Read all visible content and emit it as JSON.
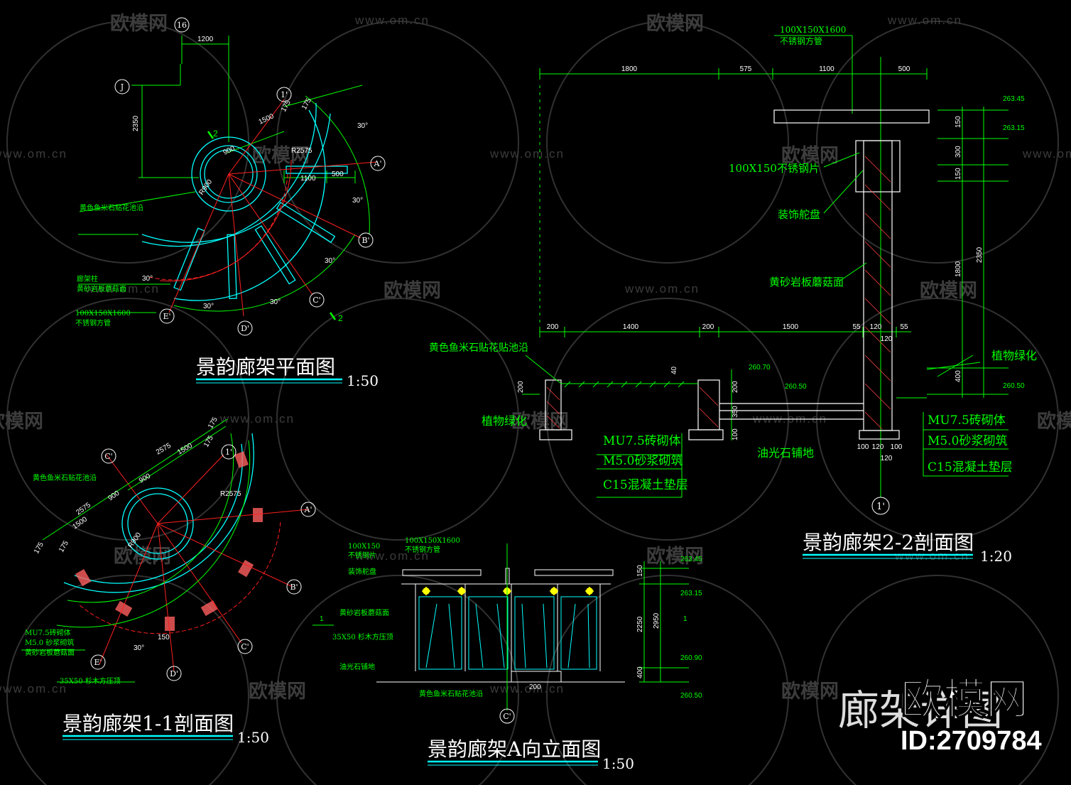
{
  "watermark": {
    "brand": "欧模网",
    "url": "www.om.cn",
    "id": "ID:2709784",
    "overlay_text": "廊架详图"
  },
  "colors": {
    "background": "#000000",
    "dim": "#00ff00",
    "wall": "#00ffff",
    "center": "#ff2020",
    "white": "#ffffff",
    "title_underline": "#00ffff",
    "ornament": "#ffff00"
  },
  "plan": {
    "title": "景韵廊架平面图",
    "scale": "1:50",
    "grid": {
      "g16": "16",
      "J": "J",
      "g1": "1'",
      "A": "A'",
      "B": "B'",
      "C": "C'",
      "D": "D'",
      "E": "E'"
    },
    "dims": {
      "d1200": "1200",
      "d2350": "2350",
      "d1500": "1500",
      "d175a": "175",
      "d175b": "175",
      "d900": "900",
      "R2575": "R2575",
      "R900": "R900",
      "d1100": "1100",
      "d500": "500",
      "a30a": "30°",
      "a30b": "30°",
      "a30c": "30°",
      "a30d": "30°",
      "a30e": "30°",
      "a30f": "30°"
    },
    "cut": {
      "c2a": "2",
      "c2b": "2"
    },
    "notes": {
      "n1": "黄色鱼米石贴花池沿",
      "n2": "廊架柱",
      "n3": "黄砂岩板蘑菇面",
      "n4": "100X150X1600",
      "n5": "不锈钢方管"
    }
  },
  "section11": {
    "title": "景韵廊架1-1剖面图",
    "scale": "1:50",
    "grid": {
      "C": "C'",
      "g1": "1'",
      "A": "A'",
      "B": "B'",
      "C2": "C'",
      "D": "D'",
      "E": "E'"
    },
    "dims": {
      "d2575a": "2575",
      "d1500a": "1500",
      "d175a": "175",
      "d175b": "175",
      "d900a": "900",
      "d2575b": "2575",
      "d900b": "900",
      "d1500b": "1500",
      "d175c": "175",
      "d175d": "175",
      "R2575": "R2575",
      "R900": "R900",
      "d150": "150",
      "a30": "30°"
    },
    "notes": {
      "n1": "黄色鱼米石贴花池沿",
      "n2": "MU7.5砖砌体",
      "n3": "M5.0 砂浆砌筑",
      "n4": "黄砂岩板蘑菇面",
      "n5": "35X50 杉木方压顶"
    }
  },
  "elevA": {
    "title": "景韵廊架A向立面图",
    "scale": "1:50",
    "grid": {
      "C": "C'"
    },
    "dims": {
      "d150": "150",
      "d2250": "2250",
      "d2950": "2950",
      "d400": "400",
      "e26345": "263.45",
      "e26315": "263.15",
      "e26090": "260.90",
      "e26050": "260.50",
      "d200": "200"
    },
    "cut": {
      "c1a": "1",
      "c1b": "1"
    },
    "notes": {
      "n1": "100X150",
      "n2": "不锈钢片",
      "n3": "100X150X1600",
      "n4": "不锈钢方管",
      "n5": "装饰舵盘",
      "n6": "黄砂岩板蘑菇面",
      "n7": "35X50 杉木方压顶",
      "n8": "油光石铺地",
      "n9": "黄色鱼米石贴花池沿"
    }
  },
  "section22": {
    "title": "景韵廊架2-2剖面图",
    "scale": "1:20",
    "grid": {
      "g1": "1'"
    },
    "dims": {
      "d1800": "1800",
      "d575": "575",
      "d1100": "1100",
      "d500": "500",
      "d200a": "200",
      "d1400": "1400",
      "d200b": "200",
      "d1500": "1500",
      "d55a": "55",
      "d120": "120",
      "d55b": "55",
      "d120b": "120",
      "d150": "150",
      "d300": "300",
      "d150b": "150",
      "d1800v": "1800",
      "d2350": "2350",
      "d400": "400",
      "d40": "40",
      "d200c": "200",
      "d350": "350",
      "d100": "100",
      "d200d": "200",
      "b100a": "100",
      "b120": "120",
      "b100b": "100",
      "b120c": "120"
    },
    "elev": {
      "e26345": "263.45",
      "e26315": "263.15",
      "e26070": "260.70",
      "e26050a": "260.50",
      "e26050b": "260.50"
    },
    "notes": {
      "n1": "100X150X1600",
      "n2": "不锈钢方管",
      "n3": "100X150不锈钢片",
      "n4": "装饰舵盘",
      "n5": "黄砂岩板蘑菇面",
      "n6": "植物绿化",
      "n7": "黄色鱼米石贴花贴池沿",
      "n8": "植物绿化",
      "n9": "油光石铺地",
      "m1": "MU7.5砖砌体",
      "m2": "M5.0砂浆砌筑",
      "m3": "C15混凝土垫层",
      "r1": "MU7.5砖砌体",
      "r2": "M5.0砂浆砌筑",
      "r3": "C15混凝土垫层"
    }
  }
}
